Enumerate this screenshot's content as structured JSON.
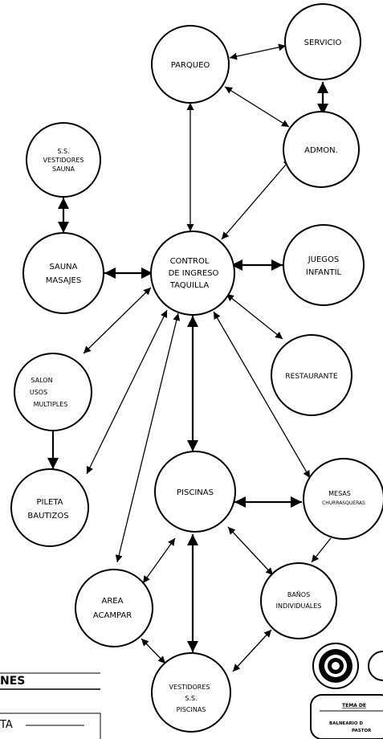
{
  "nodes": {
    "parqueo": [
      "PARQUEO"
    ],
    "servicio": [
      "SERVICIO"
    ],
    "admon": [
      "ADMON."
    ],
    "ss_vestidores_sauna": [
      "S.S.",
      "VESTIDORES",
      "SAUNA"
    ],
    "sauna_masajes": [
      "SAUNA",
      "MASAJES"
    ],
    "control": [
      "CONTROL",
      "DE INGRESO",
      "TAQUILLA"
    ],
    "juegos": [
      "JUEGOS",
      "INFANTIL"
    ],
    "restaurante": [
      "RESTAURANTE"
    ],
    "salon": [
      "SALON",
      "USOS",
      "MULTIPLES"
    ],
    "pileta": [
      "PILETA",
      "BAUTIZOS"
    ],
    "piscinas": [
      "PISCINAS"
    ],
    "mesas": [
      "MESAS",
      "CHURRASQUERAS"
    ],
    "banos": [
      "BAÑOS",
      "INDIVIDUALES"
    ],
    "area_acampar": [
      "AREA",
      "ACAMPAR"
    ],
    "vestidores_piscinas": [
      "VESTIDORES",
      "S.S.",
      "PISCINAS"
    ]
  },
  "title_block": {
    "heading": "NES",
    "field_label": "TA",
    "tema_label": "TEMA DE",
    "project_line1": "BALNEARIO D",
    "project_line2": "PASTOR"
  }
}
